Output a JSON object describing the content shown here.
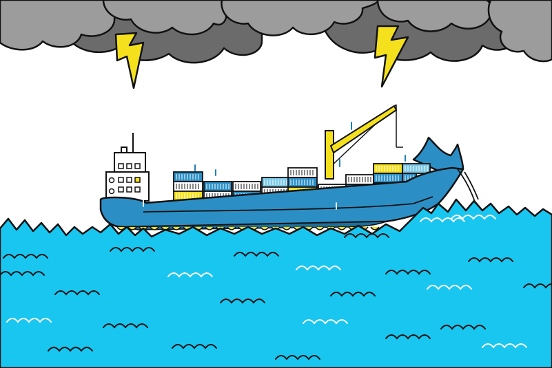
{
  "scene": {
    "subject": "cargo-ship-in-storm",
    "icons": [
      "storm-cloud",
      "lightning-bolt",
      "cargo-ship",
      "crane",
      "shipping-container",
      "ocean-wave",
      "rain-drop"
    ],
    "colors": {
      "sky": "#ffffff",
      "cloud_light": "#9c9c9c",
      "cloud_dark": "#6b6b6b",
      "lightning": "#f5e01e",
      "sea": "#19c6f0",
      "hull": "#2b8fc6",
      "hull_dark": "#1d6f9c",
      "bridge": "#ffffff",
      "container_blue": "#2b8fc6",
      "container_light": "#7cc9e6",
      "container_yellow": "#f5e01e",
      "container_white": "#ffffff",
      "outline": "#111111"
    }
  }
}
